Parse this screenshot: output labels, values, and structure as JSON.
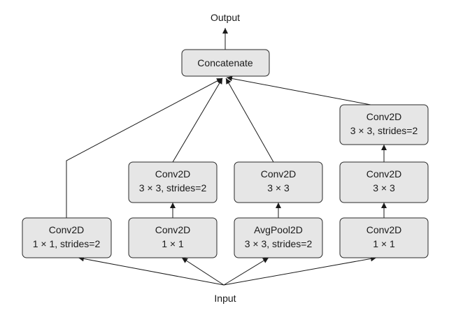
{
  "diagram": {
    "input_label": "Input",
    "output_label": "Output",
    "nodes": {
      "concatenate": {
        "line1": "Concatenate"
      },
      "b1_conv": {
        "line1": "Conv2D",
        "line2": "1 × 1, strides=2"
      },
      "b2_conv1": {
        "line1": "Conv2D",
        "line2": "1 × 1"
      },
      "b2_conv2": {
        "line1": "Conv2D",
        "line2": "3 × 3, strides=2"
      },
      "b3_pool": {
        "line1": "AvgPool2D",
        "line2": "3 × 3, strides=2"
      },
      "b3_conv": {
        "line1": "Conv2D",
        "line2": "3 × 3"
      },
      "b4_conv1": {
        "line1": "Conv2D",
        "line2": "1 × 1"
      },
      "b4_conv2": {
        "line1": "Conv2D",
        "line2": "3 × 3"
      },
      "b4_conv3": {
        "line1": "Conv2D",
        "line2": "3 × 3, strides=2"
      }
    }
  }
}
